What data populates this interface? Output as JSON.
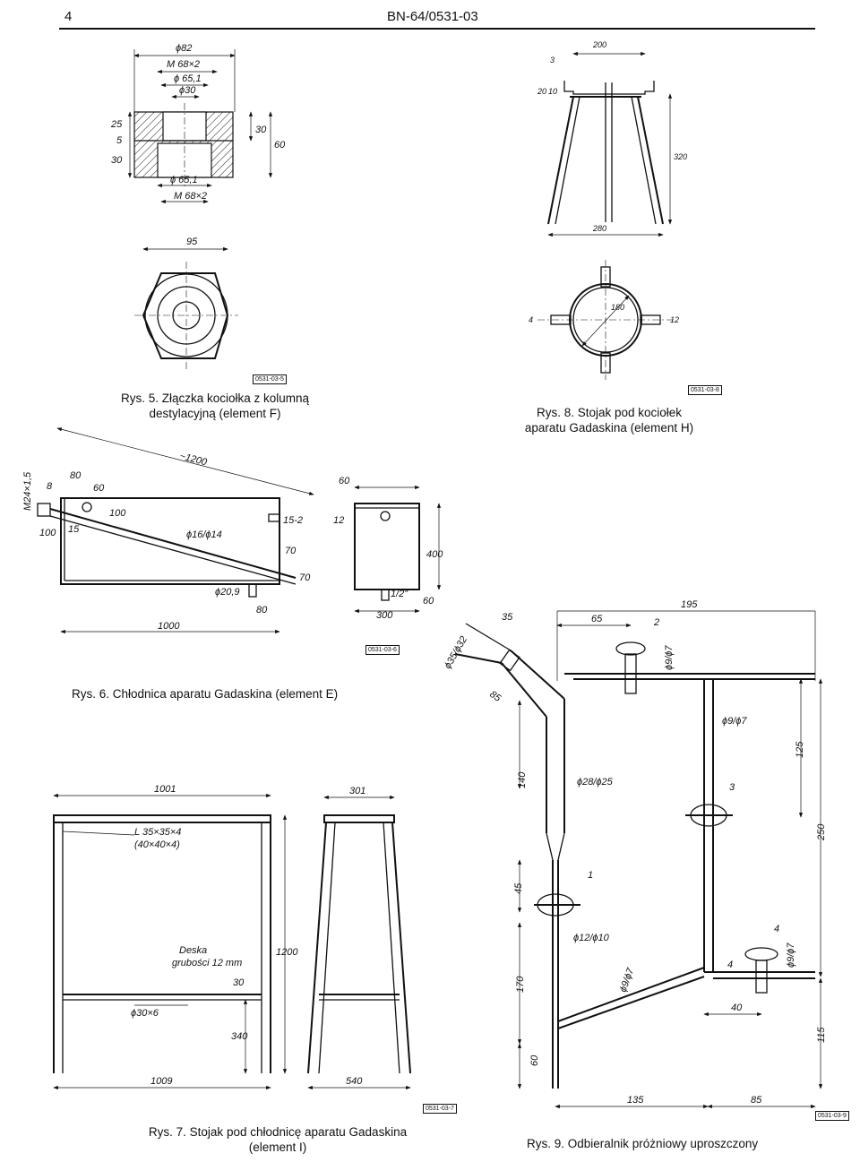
{
  "header": {
    "page_number": "4",
    "doc_code": "BN-64/0531-03"
  },
  "figures": [
    {
      "id": "rys5",
      "caption_line1": "Rys. 5. Złączka kociołka z kolumną",
      "caption_line2": "destylacyjną (element F)",
      "drawing_code": "0531-03-5",
      "dims": [
        "ϕ82",
        "M 68×2",
        "ϕ 65,1",
        "ϕ30",
        "25",
        "5",
        "30",
        "30",
        "60",
        "ϕ 65,1",
        "M 68×2",
        "95"
      ]
    },
    {
      "id": "rys8",
      "caption_line1": "Rys. 8. Stojak pod kociołek",
      "caption_line2": "aparatu Gadaskina (element H)",
      "drawing_code": "0531-03-8",
      "dims": [
        "200",
        "3",
        "20",
        "10",
        "320",
        "280",
        "4",
        "180",
        "12"
      ]
    },
    {
      "id": "rys6",
      "caption_line1": "Rys. 6. Chłodnica aparatu Gadaskina (element E)",
      "drawing_code": "0531-03-6",
      "dims": [
        "~1200",
        "M24×1,5",
        "8",
        "80",
        "60",
        "100",
        "100",
        "15",
        "ϕ16/ϕ14",
        "15-2",
        "70",
        "70",
        "ϕ20,9",
        "80",
        "1000",
        "60",
        "12",
        "400",
        "1/2\"",
        "60",
        "300"
      ]
    },
    {
      "id": "rys7",
      "caption_line1": "Rys. 7. Stojak pod chłodnicę aparatu Gadaskina",
      "caption_line2": "(element I)",
      "drawing_code": "0531-03-7",
      "dims": [
        "1001",
        "L 35×35×4",
        "(40×40×4)",
        "Deska",
        "grubości 12 mm",
        "ϕ30×6",
        "30",
        "340",
        "1200",
        "1009",
        "301",
        "540"
      ]
    },
    {
      "id": "rys9",
      "caption_line1": "Rys. 9. Odbieralnik próżniowy uproszczony",
      "drawing_code": "0531-03-9",
      "dims": [
        "ϕ35/ϕ32",
        "35",
        "195",
        "65",
        "2",
        "ϕ9/ϕ7",
        "85",
        "ϕ9/ϕ7",
        "125",
        "140",
        "ϕ28/ϕ25",
        "3",
        "250",
        "45",
        "1",
        "ϕ12/ϕ10",
        "4",
        "4",
        "ϕ9/ϕ7",
        "170",
        "ϕ9/ϕ7",
        "40",
        "115",
        "60",
        "135",
        "85"
      ]
    }
  ]
}
